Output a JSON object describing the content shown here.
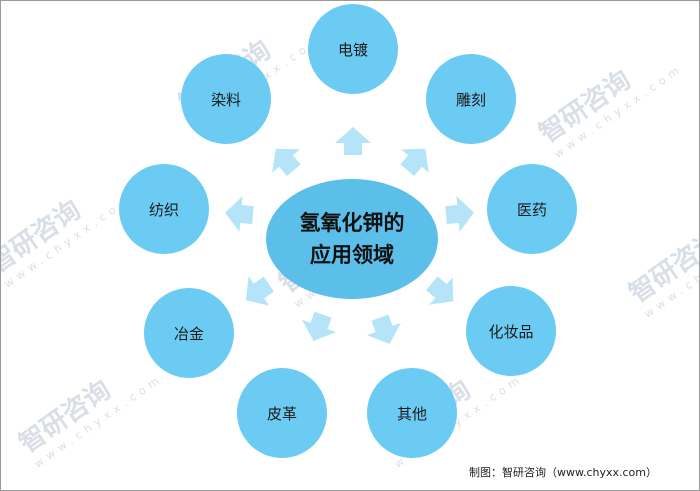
{
  "center": {
    "line1": "氢氧化钾的",
    "line2": "应用领域"
  },
  "nodes": [
    "电镀",
    "雕刻",
    "医药",
    "化妆品",
    "其他",
    "皮革",
    "冶金",
    "纺织",
    "染料"
  ],
  "watermark": {
    "brand": "智研咨询",
    "url": "www.chyxx.com"
  },
  "credit": "制图：智研咨询（www.chyxx.com）",
  "colors": {
    "node": "#6ccbf3",
    "center": "#5cbfe9",
    "arrow": "#b5e4f8"
  }
}
